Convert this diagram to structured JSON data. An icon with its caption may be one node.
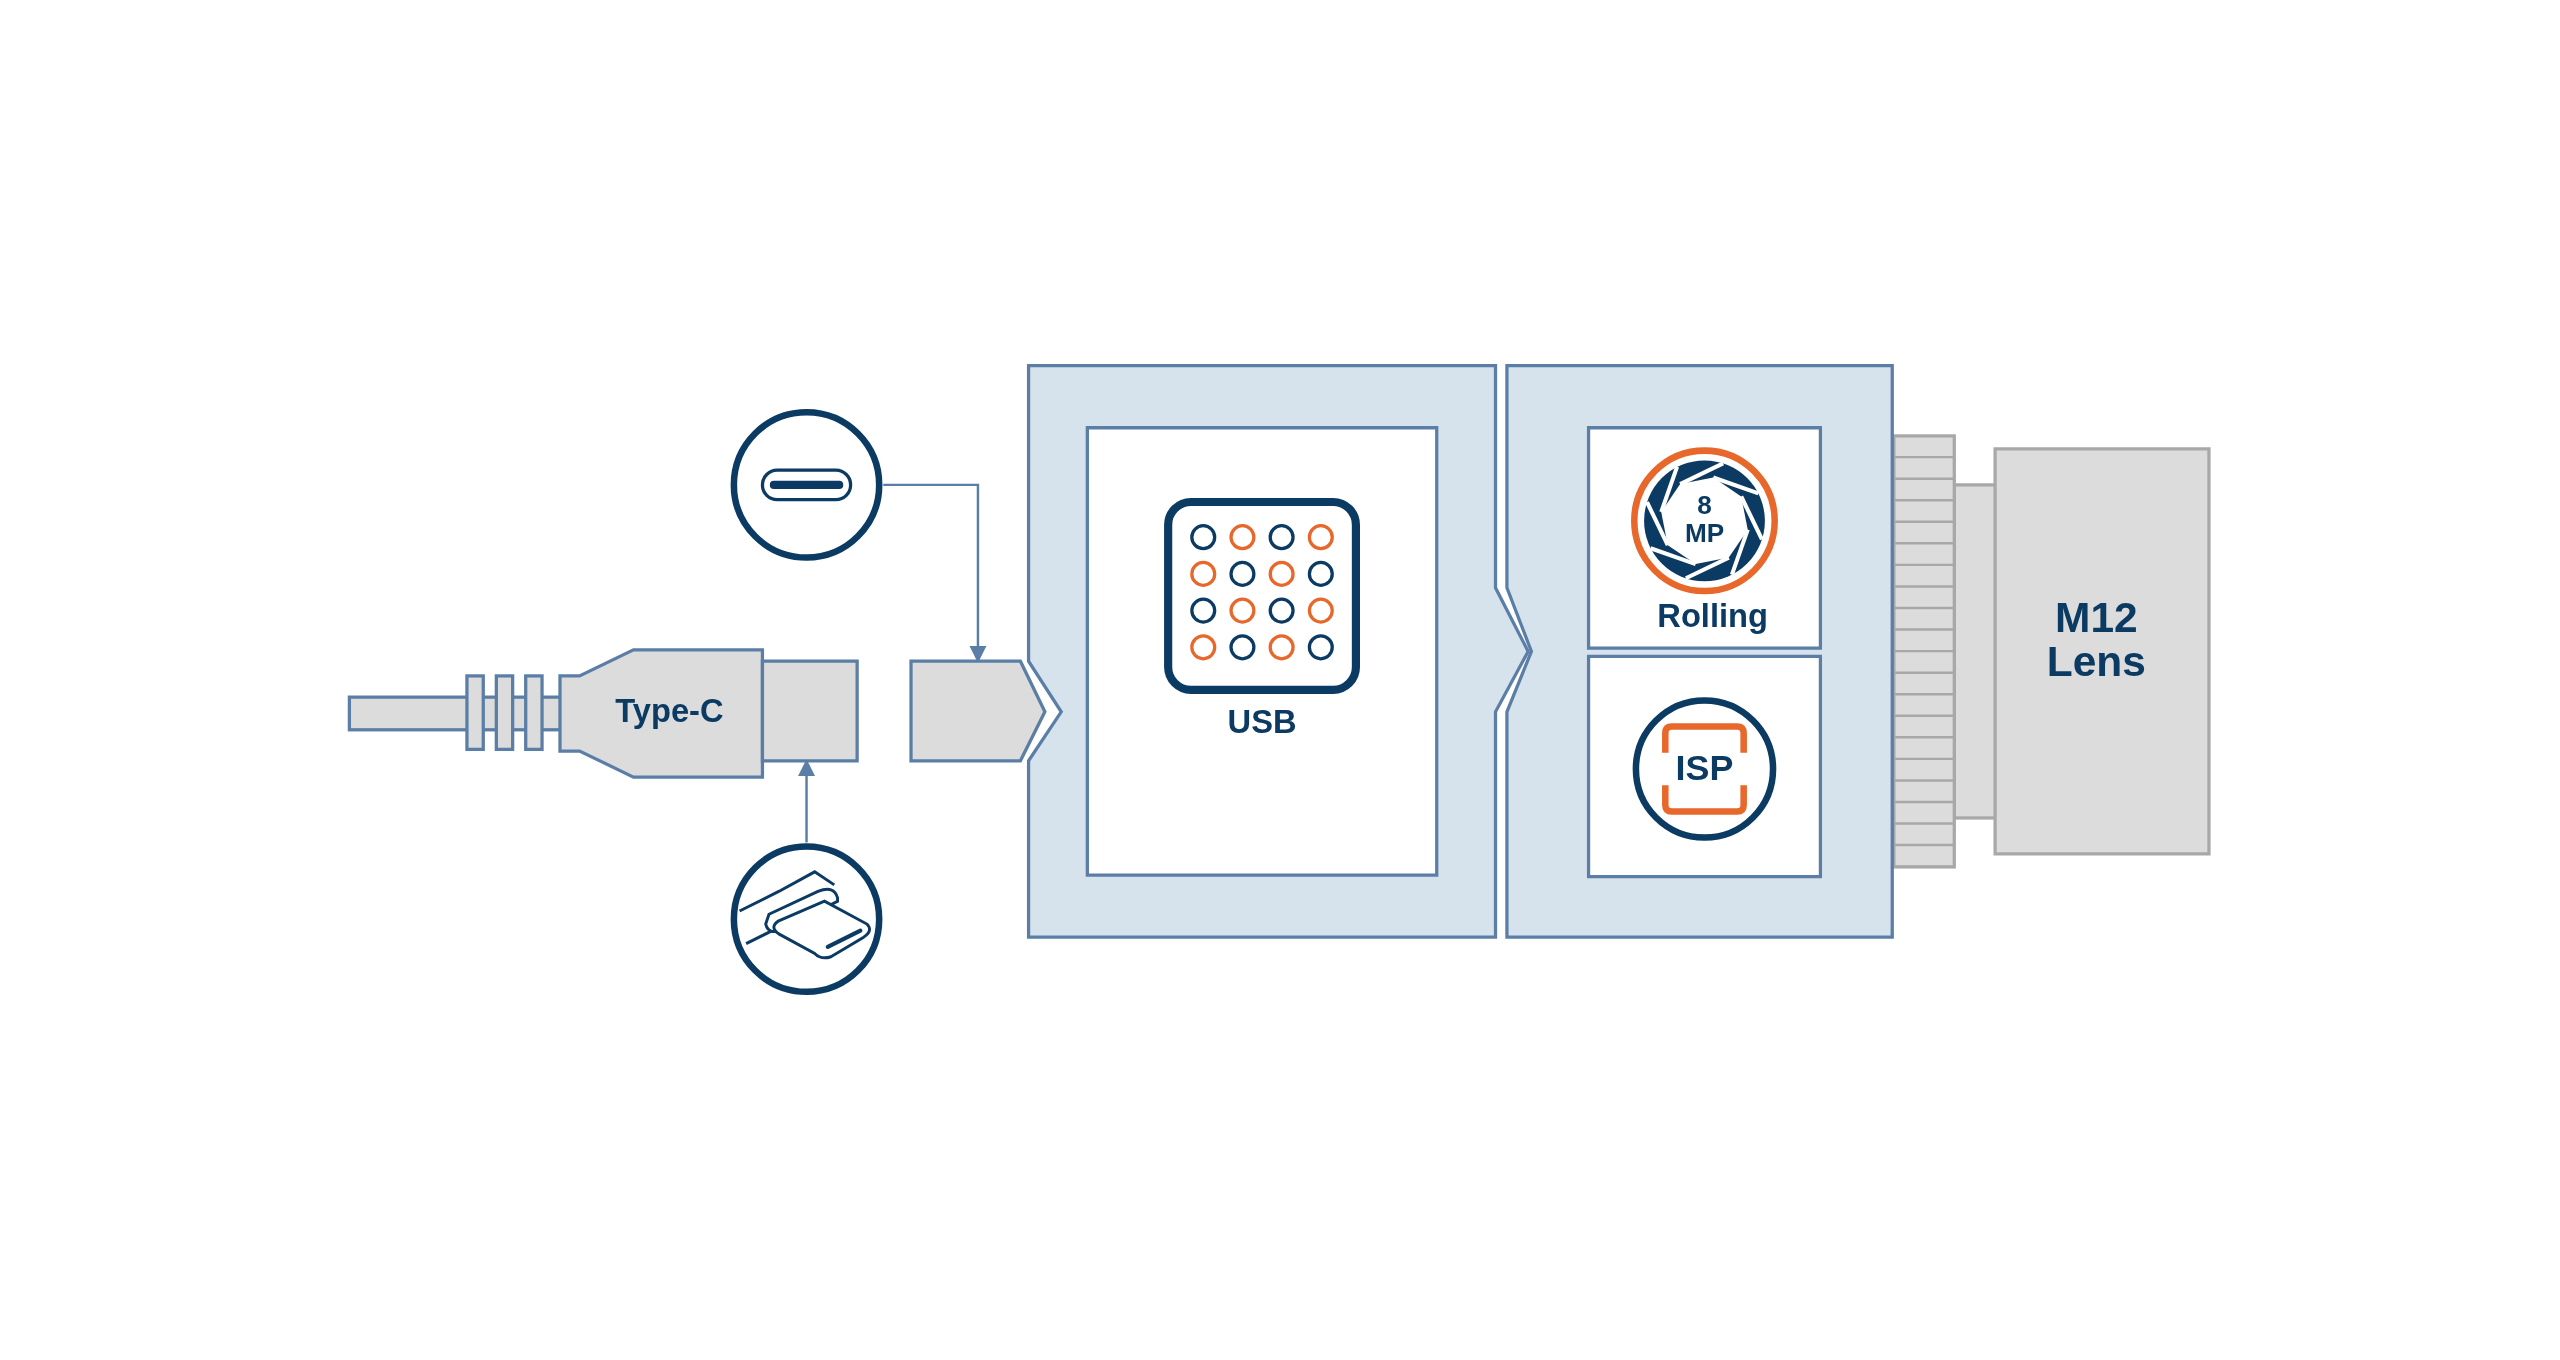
{
  "diagram": {
    "nodes": [
      {
        "text": [],
        "shape": "picture"
      },
      {
        "text": [
          "Type-C"
        ]
      },
      {
        "text": [],
        "shape": "box"
      },
      {
        "text": [],
        "shape": "picture"
      },
      {
        "text": [],
        "shape": "box"
      },
      {
        "text": [],
        "shape": "box"
      },
      {
        "text": [
          "USB"
        ],
        "in": 5
      },
      {
        "text": [],
        "shape": "box"
      },
      {
        "text": [
          "8 MP",
          "Rolling"
        ],
        "in": 7
      },
      {
        "text": [
          "ISP"
        ],
        "in": 7
      },
      {
        "text": [
          "M12 Lens"
        ]
      }
    ],
    "edges": [
      {
        "from": 0,
        "to": 4,
        "arrow": "to"
      },
      {
        "from": 3,
        "to": 2,
        "arrow": "to"
      }
    ]
  }
}
